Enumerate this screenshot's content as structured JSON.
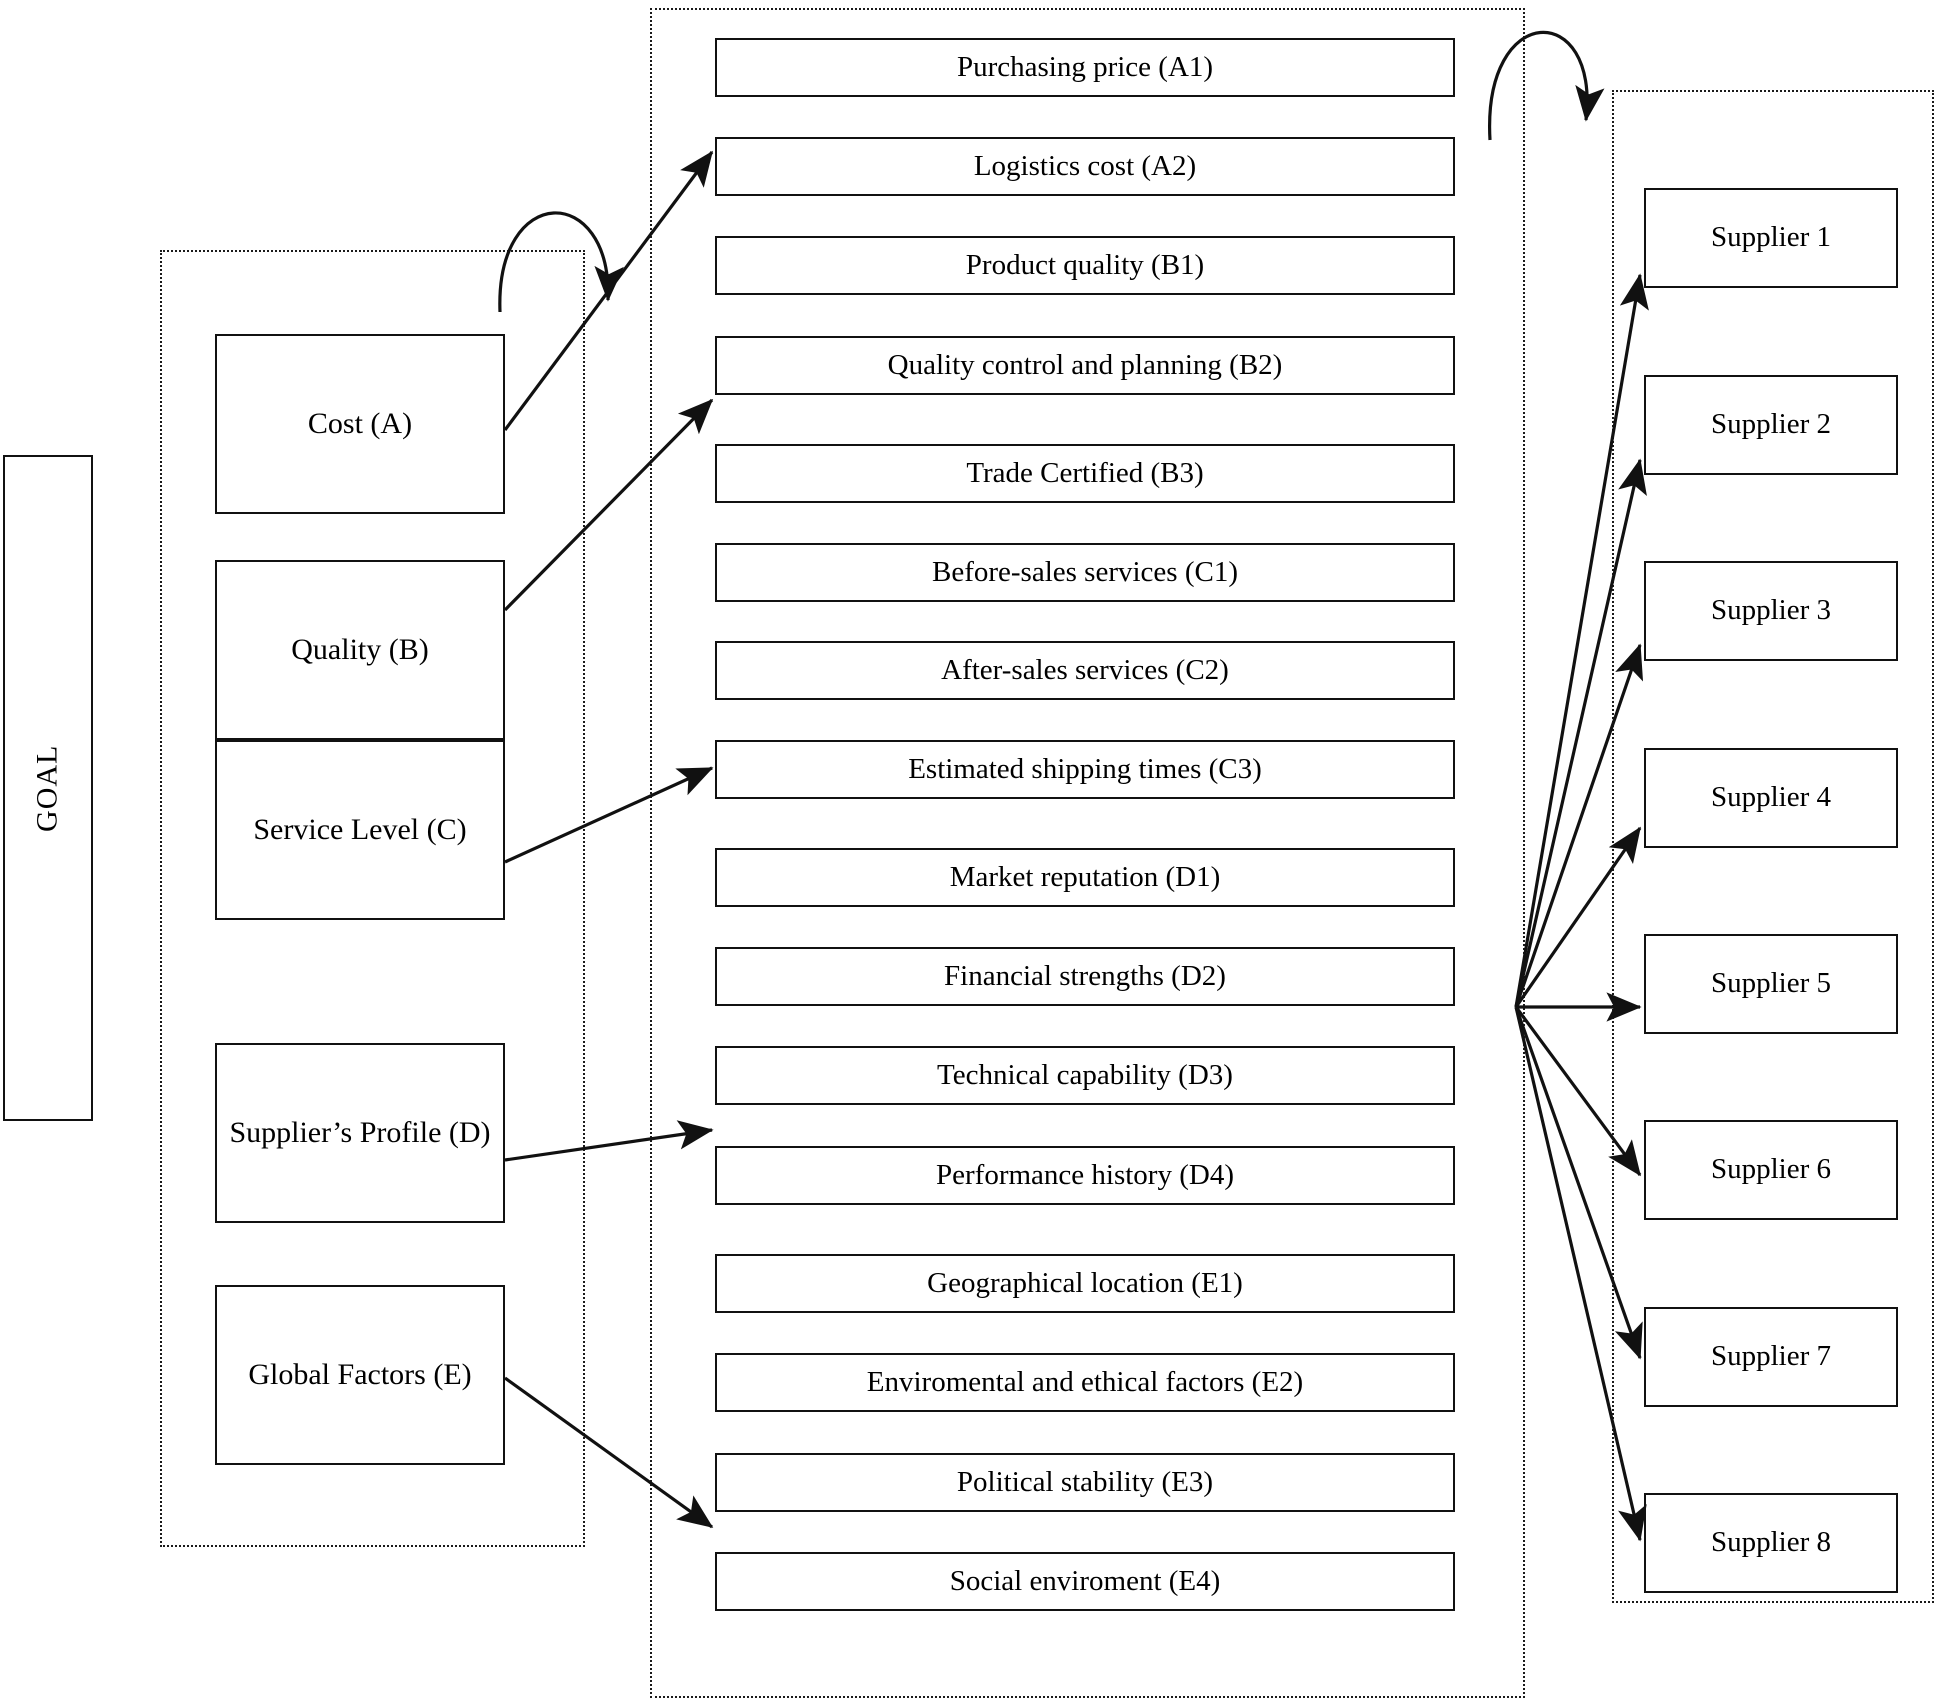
{
  "goal": {
    "label": "GOAL"
  },
  "criteria_cluster": {
    "items": [
      {
        "label": "Cost (A)"
      },
      {
        "label": "Quality (B)"
      },
      {
        "label": "Service Level (C)"
      },
      {
        "label": "Supplier’s Profile (D)"
      },
      {
        "label": "Global Factors (E)"
      }
    ]
  },
  "subcriteria_cluster": {
    "items": [
      {
        "label": "Purchasing price (A1)"
      },
      {
        "label": "Logistics cost  (A2)"
      },
      {
        "label": "Product quality (B1)"
      },
      {
        "label": "Quality control and planning (B2)"
      },
      {
        "label": "Trade Certified (B3)"
      },
      {
        "label": "Before-sales services (C1)"
      },
      {
        "label": "After-sales services (C2)"
      },
      {
        "label": "Estimated shipping times (C3)"
      },
      {
        "label": "Market reputation (D1)"
      },
      {
        "label": "Financial strengths (D2)"
      },
      {
        "label": "Technical capability (D3)"
      },
      {
        "label": "Performance history (D4)"
      },
      {
        "label": "Geographical location (E1)"
      },
      {
        "label": "Enviromental and ethical factors (E2)"
      },
      {
        "label": "Political stability (E3)"
      },
      {
        "label": "Social enviroment (E4)"
      }
    ]
  },
  "alternatives_cluster": {
    "items": [
      {
        "label": "Supplier 1"
      },
      {
        "label": "Supplier 2"
      },
      {
        "label": "Supplier 3"
      },
      {
        "label": "Supplier 4"
      },
      {
        "label": "Supplier 5"
      },
      {
        "label": "Supplier 6"
      },
      {
        "label": "Supplier 7"
      },
      {
        "label": "Supplier 8"
      }
    ]
  },
  "colors": {
    "stroke": "#111111",
    "frame": "#1a1a1a",
    "background": "#ffffff"
  }
}
